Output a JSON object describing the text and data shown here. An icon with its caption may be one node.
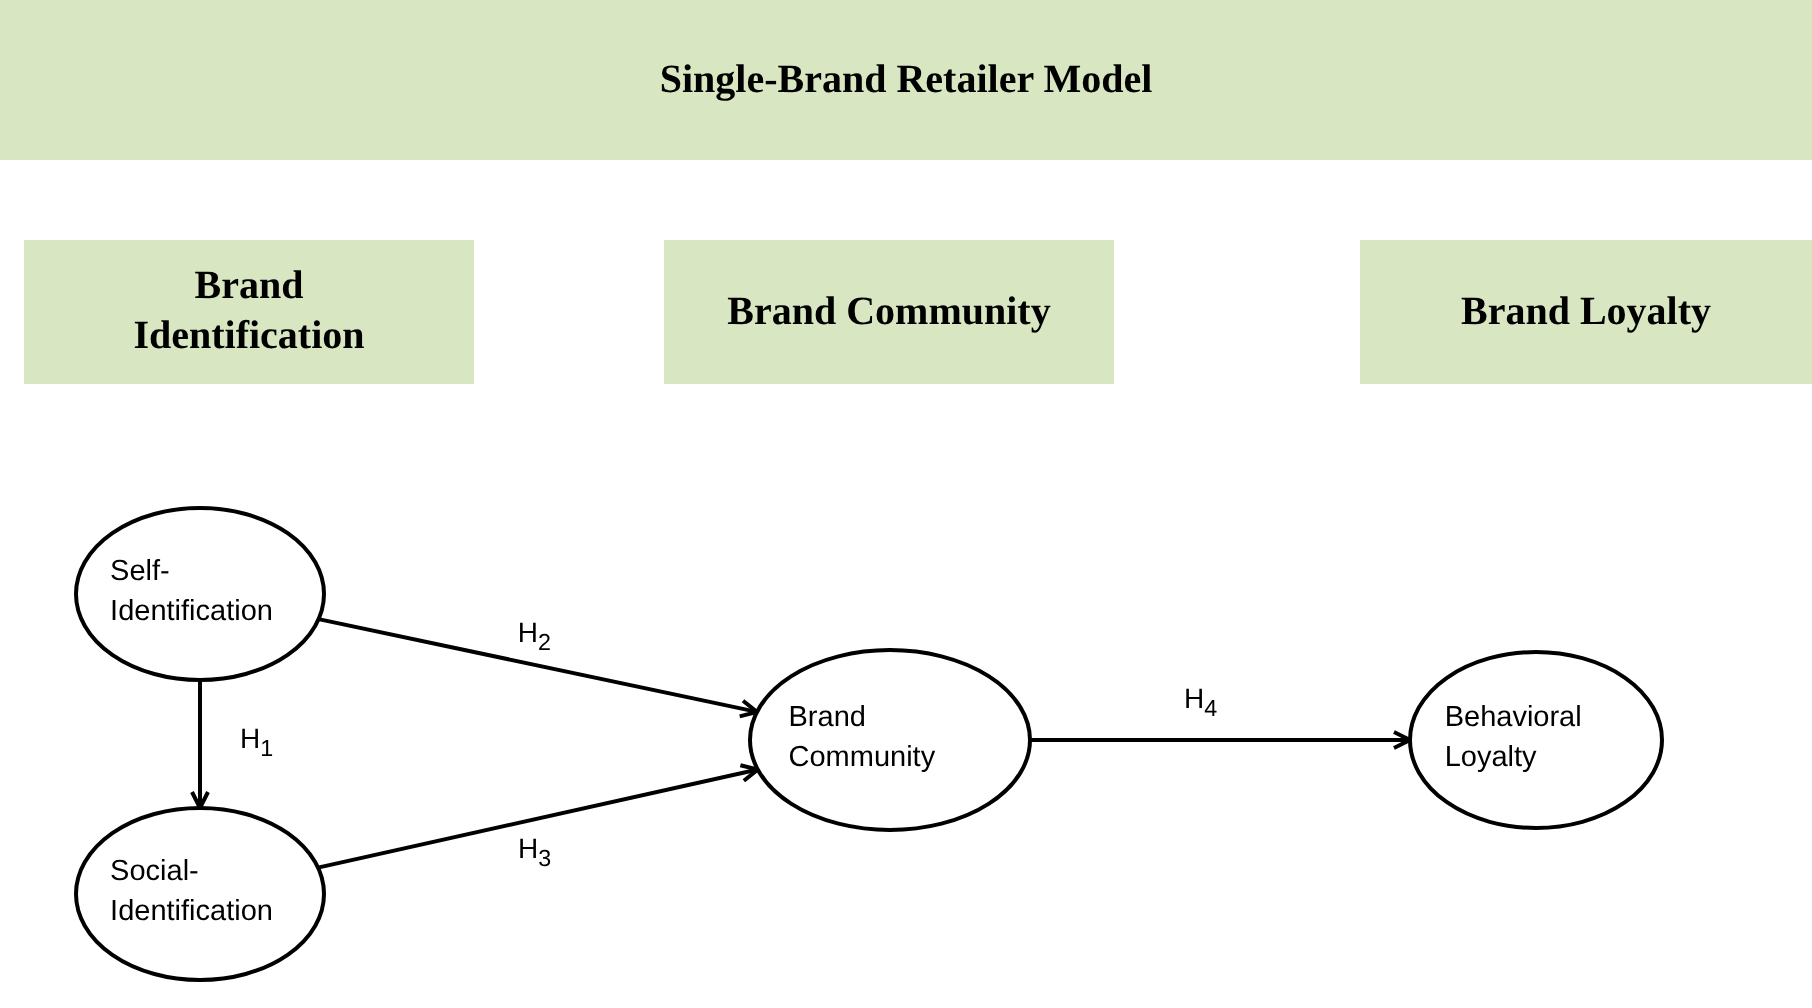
{
  "diagram": {
    "nodes": [
      {
        "text": [
          "Single-Brand Retailer Model"
        ]
      },
      {
        "text": [
          "Brand Identification"
        ]
      },
      {
        "text": [
          "Brand Community"
        ]
      },
      {
        "text": [
          "Brand Loyalty"
        ]
      },
      {
        "text": [
          "Self- Identification"
        ]
      },
      {
        "text": [
          "Social- Identification"
        ]
      },
      {
        "text": [
          "Brand Community"
        ]
      },
      {
        "text": [
          "Behavioral Loyalty"
        ]
      }
    ],
    "edges": [
      {
        "from": 4,
        "to": 5,
        "arrow": "to",
        "label": "H$_{1}$"
      },
      {
        "from": 4,
        "to": 6,
        "arrow": "to",
        "label": "H$_{2}$"
      },
      {
        "from": 5,
        "to": 6,
        "arrow": "to",
        "label": "H$_{3}$"
      },
      {
        "from": 6,
        "to": 7,
        "arrow": "to",
        "label": "H$_{4}$"
      }
    ]
  }
}
